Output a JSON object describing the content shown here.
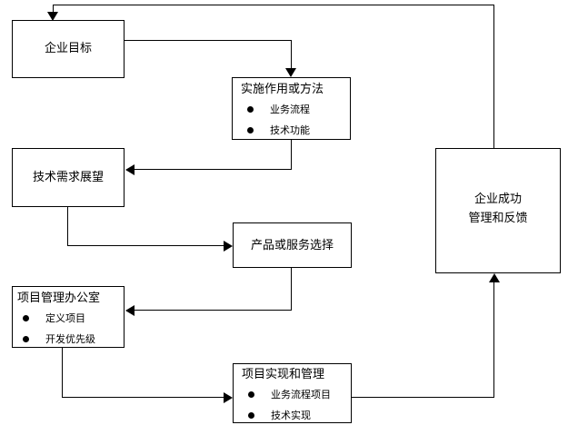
{
  "diagram": {
    "title": "",
    "background_color": "#ffffff",
    "line_color": "#000000",
    "nodes": [
      {
        "id": "enterprise-goal",
        "title": "企业目标",
        "bullets": []
      },
      {
        "id": "implementation-method",
        "title": "实施作用或方法",
        "bullets": [
          "业务流程",
          "技术功能"
        ]
      },
      {
        "id": "tech-requirement-outlook",
        "title": "技术需求展望",
        "bullets": []
      },
      {
        "id": "product-service-selection",
        "title": "产品或服务选择",
        "bullets": []
      },
      {
        "id": "project-management-office",
        "title": "项目管理办公室",
        "bullets": [
          "定义项目",
          "开发优先级"
        ]
      },
      {
        "id": "project-implementation-management",
        "title": "项目实现和管理",
        "bullets": [
          "业务流程项目",
          "技术实现"
        ]
      },
      {
        "id": "enterprise-success",
        "title_line1": "企业成功",
        "title_line2": "管理和反馈",
        "bullets": []
      }
    ],
    "connections": [
      {
        "from": "enterprise-success",
        "to": "enterprise-goal",
        "label": ""
      },
      {
        "from": "enterprise-goal",
        "to": "implementation-method",
        "label": ""
      },
      {
        "from": "implementation-method",
        "to": "tech-requirement-outlook",
        "label": ""
      },
      {
        "from": "tech-requirement-outlook",
        "to": "product-service-selection",
        "label": ""
      },
      {
        "from": "product-service-selection",
        "to": "project-management-office",
        "label": ""
      },
      {
        "from": "project-management-office",
        "to": "project-implementation-management",
        "label": ""
      },
      {
        "from": "project-implementation-management",
        "to": "enterprise-success",
        "label": ""
      }
    ]
  }
}
